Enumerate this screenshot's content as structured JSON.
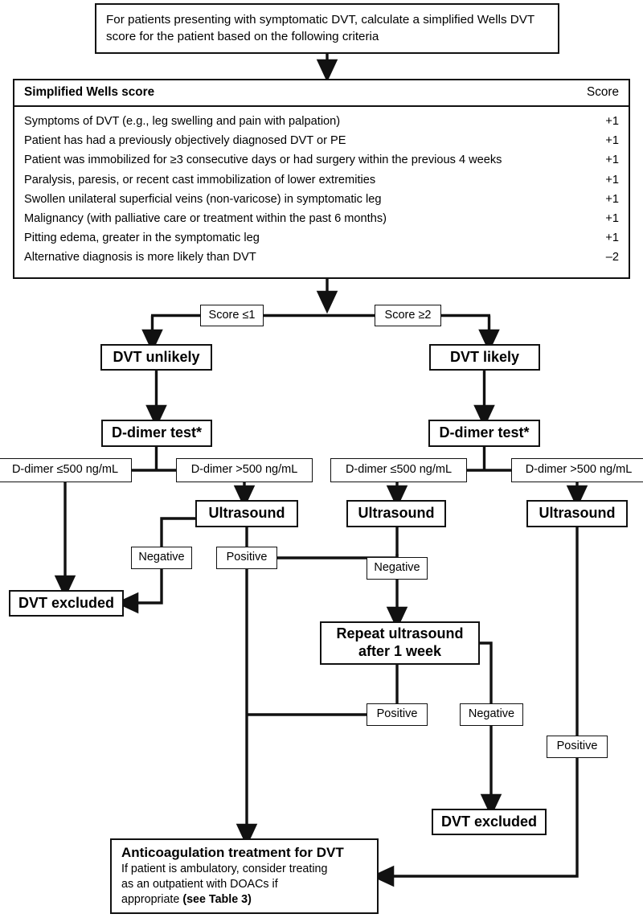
{
  "intro": {
    "text": "For patients presenting with symptomatic DVT, calculate a simplified Wells DVT score for the patient based on the following criteria"
  },
  "wells_table": {
    "title": "Simplified Wells score",
    "score_header": "Score",
    "rows": [
      {
        "criterion": "Symptoms of DVT (e.g., leg swelling and pain with palpation)",
        "points": "+1"
      },
      {
        "criterion": "Patient has had a previously objectively diagnosed DVT or PE",
        "points": "+1"
      },
      {
        "criterion": "Patient was immobilized for ≥3 consecutive days or had surgery within the previous 4 weeks",
        "points": "+1"
      },
      {
        "criterion": "Paralysis, paresis, or recent cast immobilization of lower extremities",
        "points": "+1"
      },
      {
        "criterion": "Swollen unilateral superficial veins (non-varicose) in symptomatic leg",
        "points": "+1"
      },
      {
        "criterion": "Malignancy (with palliative care or treatment within the past 6 months)",
        "points": "+1"
      },
      {
        "criterion": "Pitting edema, greater in the symptomatic leg",
        "points": "+1"
      },
      {
        "criterion": "Alternative diagnosis is more likely than DVT",
        "points": "–2"
      }
    ]
  },
  "branches": {
    "score_low": "Score ≤1",
    "score_high": "Score ≥2",
    "dvt_unlikely": "DVT unlikely",
    "dvt_likely": "DVT likely",
    "ddimer_test": "D-dimer test*",
    "ddimer_low": "D-dimer ≤500 ng/mL",
    "ddimer_high": "D-dimer >500 ng/mL",
    "ultrasound": "Ultrasound",
    "negative": "Negative",
    "positive": "Positive",
    "dvt_excluded": "DVT excluded",
    "repeat_line1": "Repeat ultrasound",
    "repeat_line2": "after 1 week"
  },
  "treatment": {
    "headline": "Anticoagulation treatment for DVT",
    "body_1": "If patient is ambulatory, consider treating",
    "body_2": "as an outpatient with DOACs if",
    "body_3": "appropriate ",
    "body_ref": "(see Table 3)"
  },
  "style": {
    "line_color": "#111111",
    "background": "#ffffff"
  },
  "chart_data": {
    "type": "flowchart",
    "title": "Simplified Wells DVT score diagnostic algorithm",
    "nodes": [
      "intro",
      "Simplified Wells score table",
      "Score ≤1",
      "Score ≥2",
      "DVT unlikely",
      "DVT likely",
      "D-dimer test*",
      "D-dimer ≤500 ng/mL",
      "D-dimer >500 ng/mL",
      "Ultrasound",
      "Negative",
      "Positive",
      "DVT excluded",
      "Repeat ultrasound after 1 week",
      "Anticoagulation treatment for DVT"
    ]
  }
}
